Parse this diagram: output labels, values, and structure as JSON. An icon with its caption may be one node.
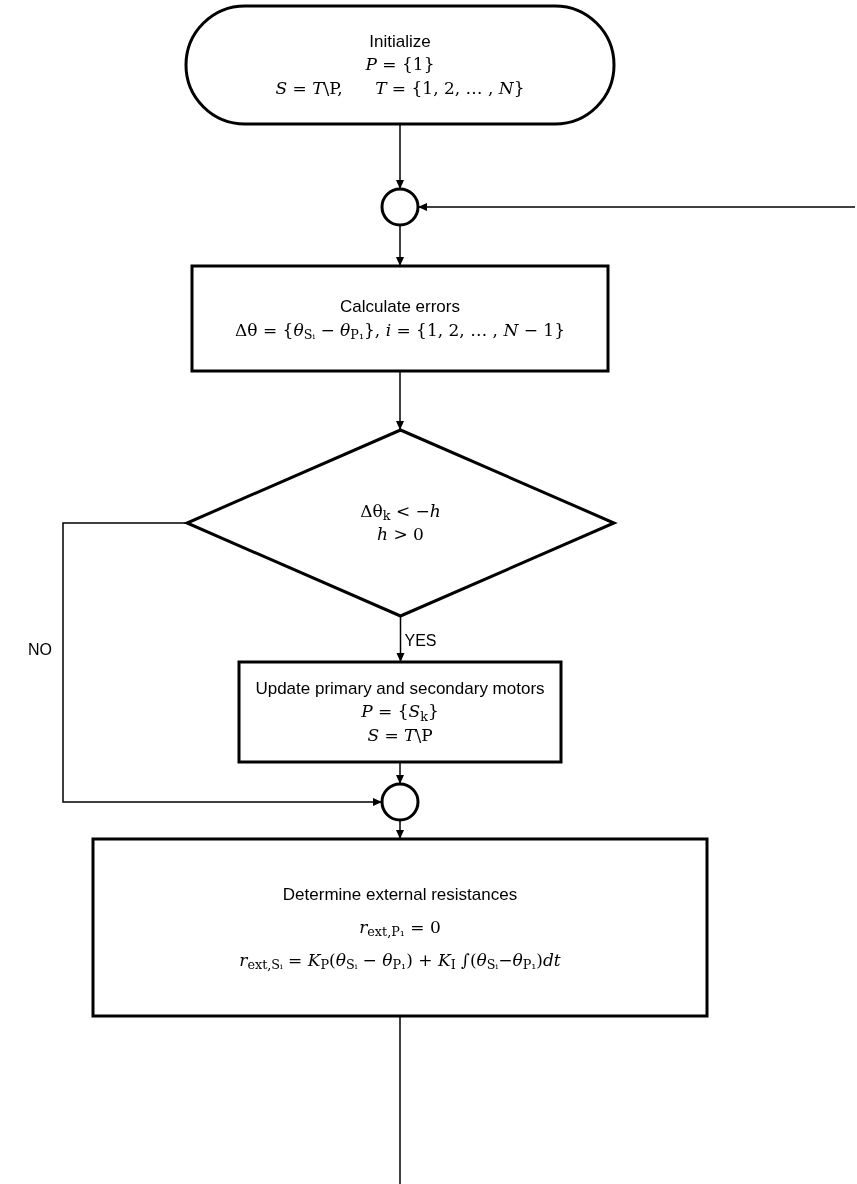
{
  "diagram": {
    "nodes": [
      {
        "text": [
          "Initialize",
          "*P* = {1}",
          "*S* = *T*\\P,      *T* = {1, 2, … , *N*}"
        ]
      },
      {
        "text": [],
        "shape": "circle"
      },
      {
        "text": [
          "Calculate errors",
          "Δθ = {*θ*$_{Sᵢ}$ − *θ*$_{P₁}$}, *i* = {1, 2, … , *N* − 1}"
        ]
      },
      {
        "text": [
          "Δθ$_{k}$ < −*h*",
          "*h* > 0"
        ]
      },
      {
        "text": [
          "Update primary and secondary motors",
          "*P* = {*S*$_{k}$}",
          "*S* = *T*\\P"
        ]
      },
      {
        "text": [],
        "shape": "circle"
      },
      {
        "text": [
          "Determine external resistances",
          "*r*$_{ext,P₁}$ = 0",
          "*r*$_{ext,Sᵢ}$ = *K*$_{P}$(*θ*$_{Sᵢ}$ − *θ*$_{P₁}$) + *K*$_{I}$ ∫(*θ*$_{Sᵢ}$−*θ*$_{P₁}$)*dt*"
        ]
      }
    ],
    "edges": [
      {
        "from": 0,
        "to": 1,
        "arrow": "to"
      },
      {
        "from": null,
        "to": 1,
        "arrow": "to"
      },
      {
        "from": 1,
        "to": 2,
        "arrow": "to"
      },
      {
        "from": 2,
        "to": 3,
        "arrow": "to"
      },
      {
        "from": 3,
        "to": 4,
        "arrow": "to",
        "label": "YES"
      },
      {
        "from": 3,
        "to": 5,
        "arrow": "to",
        "label": "NO"
      },
      {
        "from": 4,
        "to": 5,
        "arrow": "to"
      },
      {
        "from": 5,
        "to": 6,
        "arrow": "to"
      },
      {
        "from": 6,
        "to": null,
        "arrow": "none"
      }
    ]
  }
}
